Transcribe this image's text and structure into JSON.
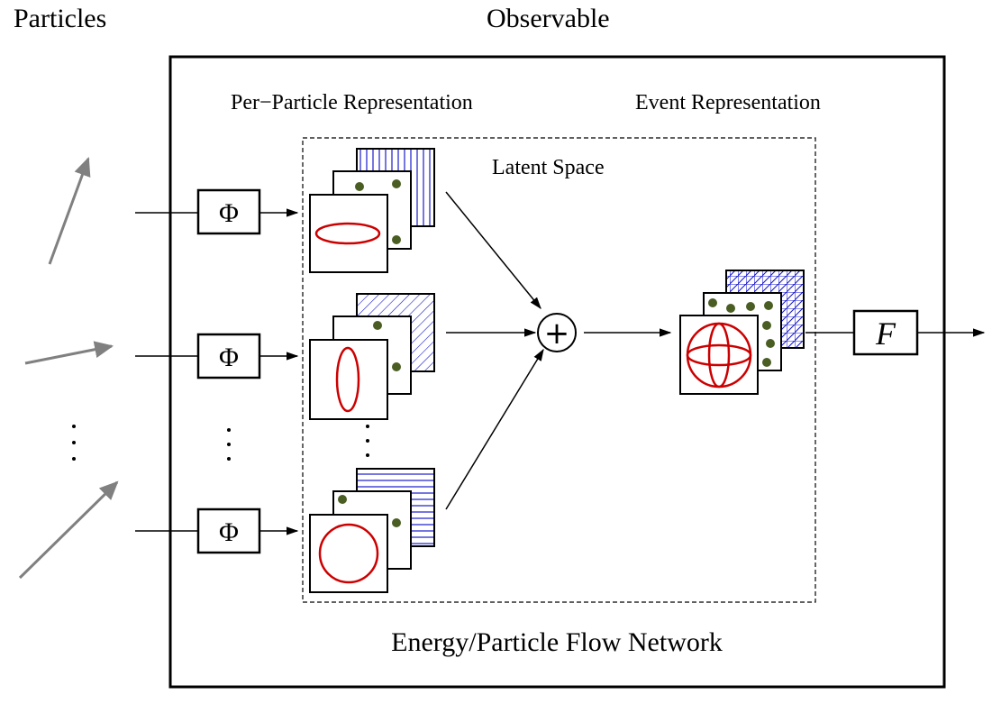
{
  "labels": {
    "particles": "Particles",
    "observable": "Observable",
    "per_particle": "Per−Particle Representation",
    "event": "Event Representation",
    "latent_space": "Latent Space",
    "network": "Energy/Particle Flow Network"
  },
  "operators": {
    "phi": "Φ",
    "F": "F",
    "sum": "+"
  },
  "colors": {
    "particle_arrow": "#808080",
    "ellipse": "#cc0000",
    "dot": "#4a5e23",
    "hatch": "#1a1acc",
    "line": "#000000"
  }
}
